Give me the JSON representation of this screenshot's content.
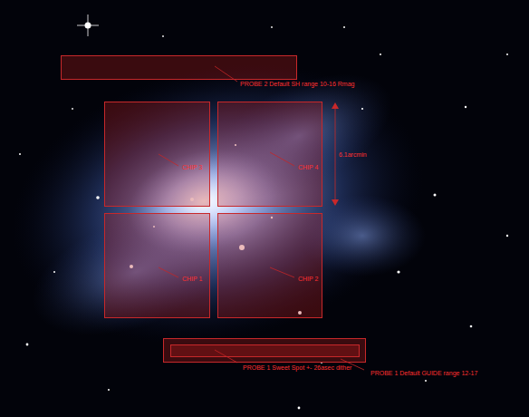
{
  "diagram": {
    "nodes": [
      {
        "text": [
          "PROBE 2 Default SH range 10-16 Rmag"
        ]
      },
      {
        "text": [
          "CHIP 3"
        ]
      },
      {
        "text": [
          "CHIP 4"
        ]
      },
      {
        "text": [
          "CHIP 1"
        ]
      },
      {
        "text": [
          "CHIP 2"
        ]
      },
      {
        "text": [
          "PROBE 1 Default GUIDE range 12-17"
        ]
      },
      {
        "text": [
          "PROBE 1 Sweet Spot +- 26asec dither"
        ],
        "in": 5
      }
    ],
    "labels": [
      "6.1arcmin"
    ]
  }
}
